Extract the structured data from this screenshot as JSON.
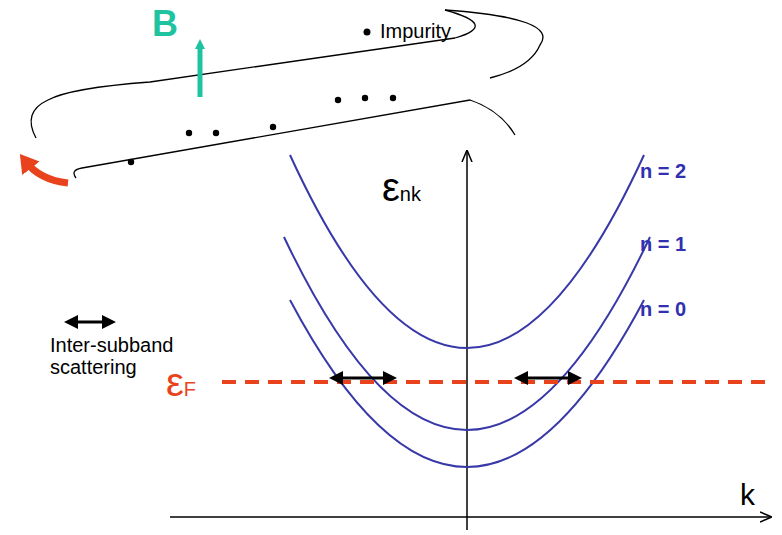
{
  "diagram": {
    "labels": [
      "B",
      "εnk",
      "n = 2",
      "n = 1",
      "n = 0",
      "εF",
      "k"
    ],
    "legend": [
      {
        "text": "Impurity"
      },
      {
        "text": "Inter-subband scattering"
      }
    ]
  }
}
